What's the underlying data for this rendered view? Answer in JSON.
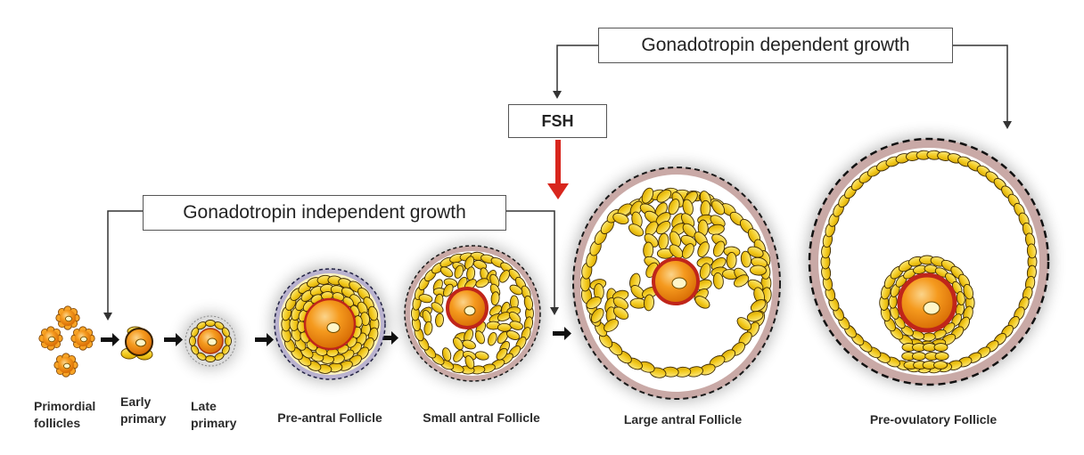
{
  "boxes": {
    "gonadotropin_dependent": "Gonadotropin dependent growth",
    "fsh": "FSH",
    "gonadotropin_independent": "Gonadotropin independent growth"
  },
  "stages": {
    "primordial": [
      "Primordial",
      "follicles"
    ],
    "early_primary": [
      "Early",
      "primary"
    ],
    "late_primary": [
      "Late",
      "primary"
    ],
    "pre_antral": "Pre-antral Follicle",
    "small_antral": "Small antral Follicle",
    "large_antral": "Large antral Follicle",
    "pre_ovulatory": "Pre-ovulatory Follicle"
  },
  "colors": {
    "granulosa": "#f5d11f",
    "oocyte": "#f08a10",
    "zona": "#d8261d",
    "theca": "#c9a9a6",
    "fsh_arrow": "#d8261d",
    "connector": "#333333"
  }
}
